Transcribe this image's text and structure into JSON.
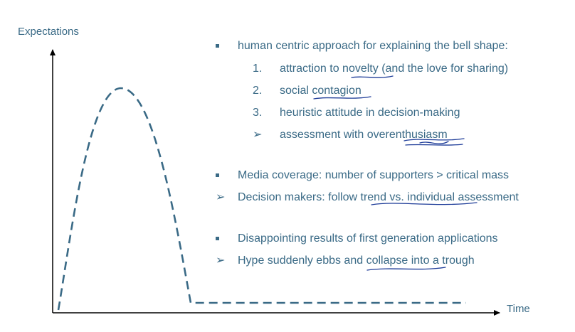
{
  "axes": {
    "y_label": "Expectations",
    "x_label": "Time"
  },
  "colors": {
    "text": "#3a6a86",
    "curve": "#3a6a86",
    "axis": "#000000",
    "annotation": "#1f3d99"
  },
  "bullets": [
    {
      "marker": "square",
      "text": "human centric approach for explaining the bell shape:"
    },
    {
      "marker": "1.",
      "text": "attraction to novelty (and the love for sharing)"
    },
    {
      "marker": "2.",
      "text": "social contagion"
    },
    {
      "marker": "3.",
      "text": "heuristic attitude in decision-making"
    },
    {
      "marker": "➢",
      "text": "assessment with overenthusiasm"
    },
    {
      "marker": "square",
      "text": "Media coverage: number of supporters > critical mass"
    },
    {
      "marker": "➢",
      "text": "Decision makers: follow trend vs. individual assessment"
    },
    {
      "marker": "square",
      "text": "Disappointing results of first generation applications"
    },
    {
      "marker": "➢",
      "text": "Hype suddenly ebbs and collapse into a trough"
    }
  ]
}
